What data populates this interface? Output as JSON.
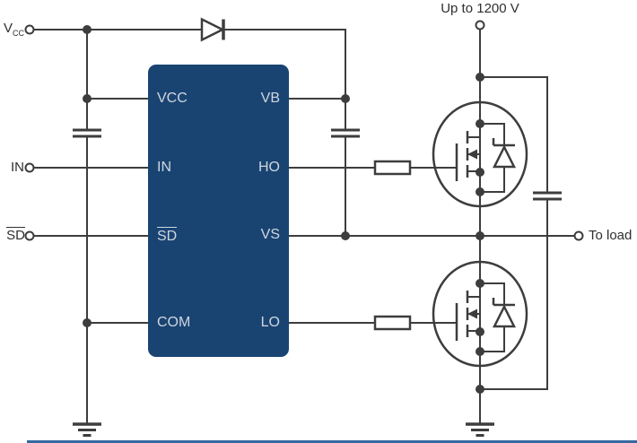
{
  "diagram": {
    "labels": {
      "vcc_terminal_main": "V",
      "vcc_terminal_sub": "CC",
      "in_terminal": "IN",
      "sd_terminal": "SD",
      "hv_rail": "Up to 1200 V",
      "load": "To load"
    },
    "ic": {
      "pins_left": [
        "VCC",
        "IN",
        "SD",
        "COM"
      ],
      "pins_right": [
        "VB",
        "HO",
        "VS",
        "LO"
      ]
    },
    "components": {
      "bootstrap_diode": "diode-icon",
      "vcc_capacitor": "capacitor-icon",
      "bootstrap_capacitor": "capacitor-icon",
      "dc_link_capacitor": "capacitor-icon",
      "gate_resistor_high_side": "resistor-icon",
      "gate_resistor_low_side": "resistor-icon",
      "high_side_switch": "mosfet-with-body-diode-icon",
      "low_side_switch": "mosfet-with-body-diode-icon",
      "ground_symbols": 2
    },
    "colors": {
      "background": "#ffffff",
      "wire": "#3d3d3d",
      "ic_fill": "#194472",
      "ic_text": "#cfd6df",
      "footer_bar": "#35699f"
    }
  }
}
